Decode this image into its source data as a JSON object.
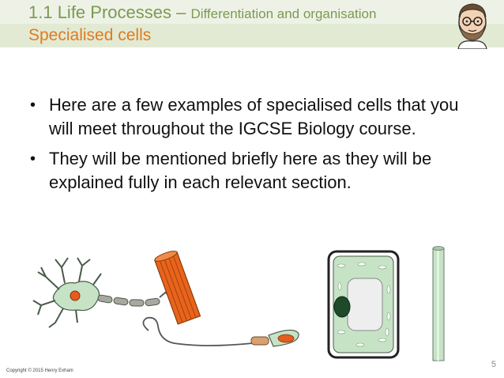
{
  "header": {
    "title_main": "1.1 Life Processes – ",
    "title_sub": "Differentiation and organisation",
    "subtitle": "Specialised cells"
  },
  "bullets": [
    {
      "marker": "•",
      "text": "Here are a few examples of specialised cells that you will meet throughout the IGCSE Biology course."
    },
    {
      "marker": "•",
      "text": "They will be mentioned briefly here as they will be explained fully in each relevant section."
    }
  ],
  "footer": {
    "copyright": "Copyright © 2015 Henry Exham",
    "page_number": "5"
  },
  "colors": {
    "title": "#7a9a52",
    "subtitle": "#e07a1f",
    "header_band": "#eef2e6",
    "cell_green": "#c6e3c6",
    "nucleus": "#e65c1f",
    "muscle": "#e8641c"
  },
  "illustrations": [
    "nerve-cell",
    "muscle-cell",
    "sperm-cell",
    "plant-cell",
    "xylem-tube"
  ]
}
